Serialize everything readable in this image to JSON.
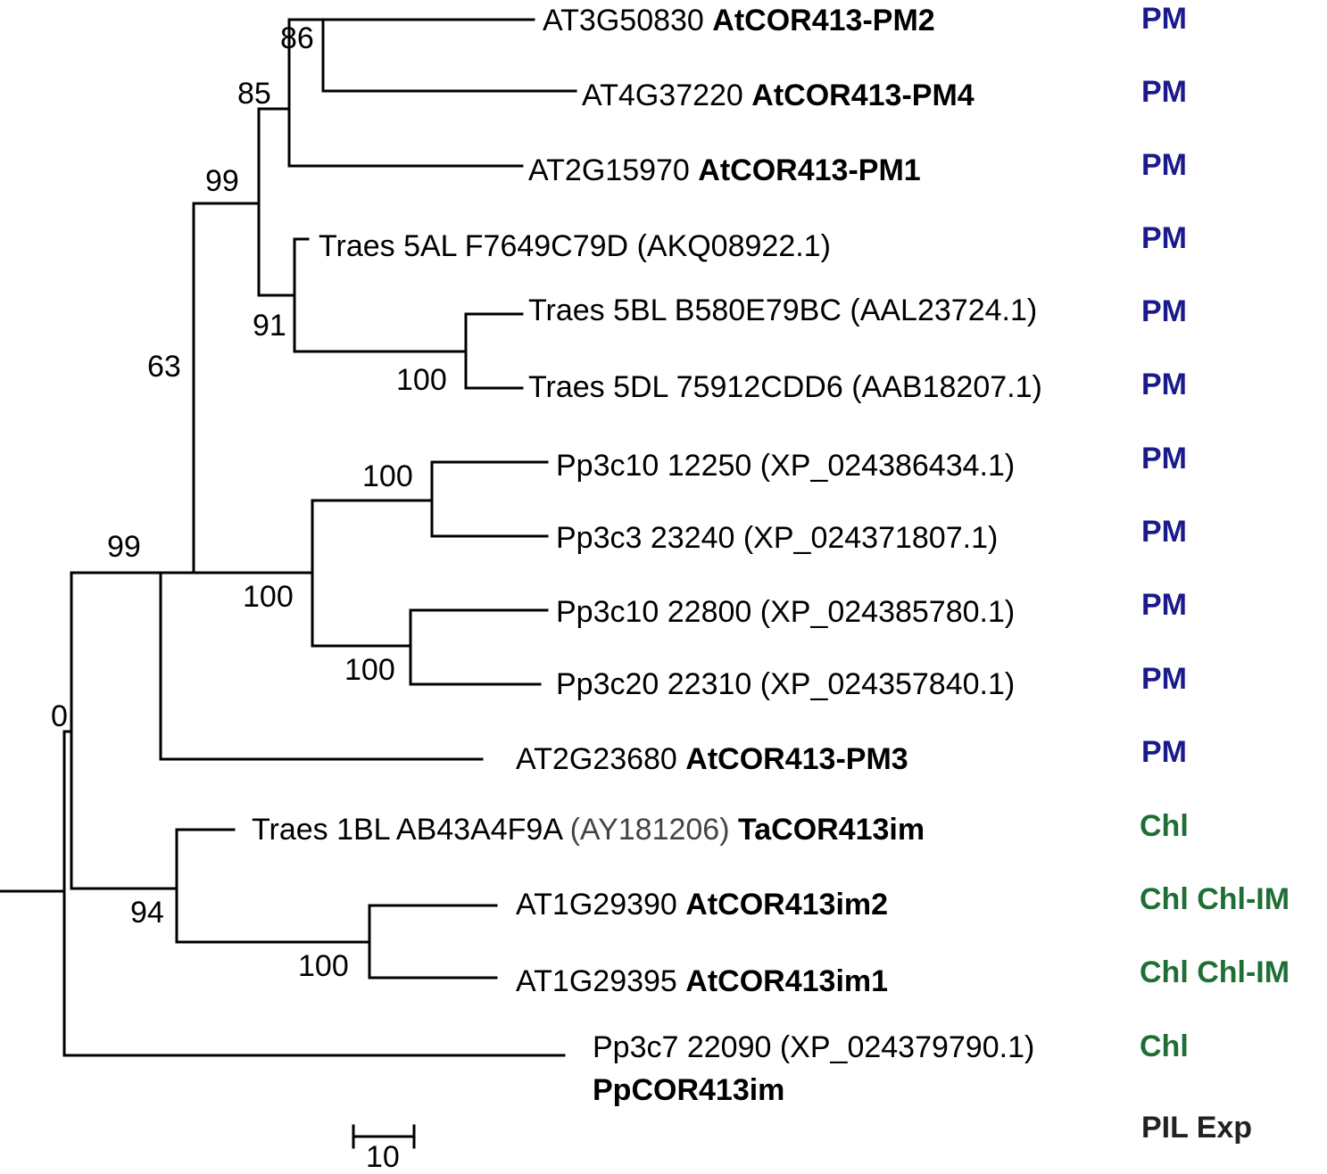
{
  "leaves": [
    {
      "gene": "AT3G50830",
      "acc": "",
      "name": "AtCOR413-PM2",
      "loc": "PM"
    },
    {
      "gene": "AT4G37220",
      "acc": "",
      "name": "AtCOR413-PM4",
      "loc": "PM"
    },
    {
      "gene": "AT2G15970",
      "acc": "",
      "name": "AtCOR413-PM1",
      "loc": "PM"
    },
    {
      "gene": "Traes 5AL F7649C79D",
      "acc": "(AKQ08922.1)",
      "name": "",
      "loc": "PM"
    },
    {
      "gene": "Traes 5BL B580E79BC",
      "acc": "(AAL23724.1)",
      "name": "",
      "loc": "PM"
    },
    {
      "gene": "Traes 5DL 75912CDD6",
      "acc": "(AAB18207.1)",
      "name": "",
      "loc": "PM"
    },
    {
      "gene": "Pp3c10 12250",
      "acc": "(XP_024386434.1)",
      "name": "",
      "loc": "PM"
    },
    {
      "gene": "Pp3c3 23240",
      "acc": "(XP_024371807.1)",
      "name": "",
      "loc": "PM"
    },
    {
      "gene": "Pp3c10 22800",
      "acc": "(XP_024385780.1)",
      "name": "",
      "loc": "PM"
    },
    {
      "gene": "Pp3c20 22310",
      "acc": "(XP_024357840.1)",
      "name": "",
      "loc": "PM"
    },
    {
      "gene": "AT2G23680",
      "acc": "",
      "name": "AtCOR413-PM3",
      "loc": "PM"
    },
    {
      "gene": "Traes 1BL AB43A4F9A",
      "acc": "(AY181206)",
      "name": "TaCOR413im",
      "loc": "Chl"
    },
    {
      "gene": "AT1G29390",
      "acc": "",
      "name": "AtCOR413im2",
      "loc": "Chl Chl-IM"
    },
    {
      "gene": "AT1G29395",
      "acc": "",
      "name": "AtCOR413im1",
      "loc": "Chl Chl-IM"
    },
    {
      "gene": "Pp3c7 22090",
      "acc": "(XP_024379790.1)",
      "name": "PpCOR413im",
      "loc": "Chl"
    }
  ],
  "bootstrap": [
    "86",
    "85",
    "99",
    "91",
    "100",
    "63",
    "100",
    "100",
    "100",
    "99",
    "0",
    "94",
    "100"
  ],
  "legend": {
    "column_header": "PIL Exp"
  },
  "scale_bar": {
    "label": "10"
  },
  "colors": {
    "pm": "#1a1a8c",
    "chl": "#1e6e35"
  }
}
